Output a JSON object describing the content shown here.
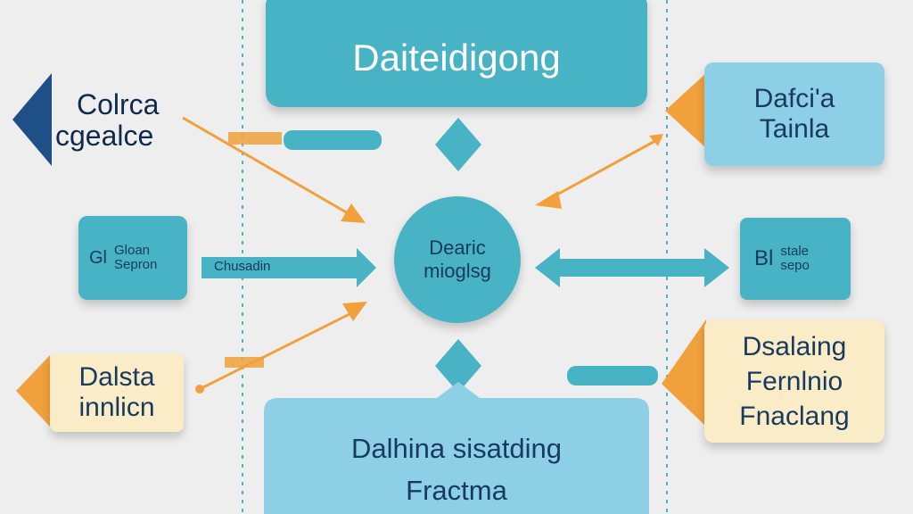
{
  "diagram": {
    "title": "Daiteidigong",
    "center": "Dearic mioglsg",
    "left_top": [
      "Colrca",
      "cgealce"
    ],
    "left_mid": {
      "initial": "Gl",
      "line1": "Gloan",
      "line2": "Sepron"
    },
    "arrow_label": "Chusadin",
    "left_bottom": [
      "Dalsta",
      "innlicn"
    ],
    "right_top": [
      "Dafci'a",
      "Tainla"
    ],
    "right_mid": {
      "initial": "Bl",
      "line1": "stale",
      "line2": "sepo"
    },
    "right_bottom": [
      "Dsalaing",
      "Fernlnio",
      "Fnaclang"
    ],
    "bottom": [
      "Dalhina sisatding",
      "Fractma"
    ],
    "colors": {
      "teal": "#48b3c4",
      "light_blue": "#8dd0e6",
      "cream": "#fbecc8",
      "orange": "#f0a13c",
      "navy": "#173a5e"
    }
  }
}
